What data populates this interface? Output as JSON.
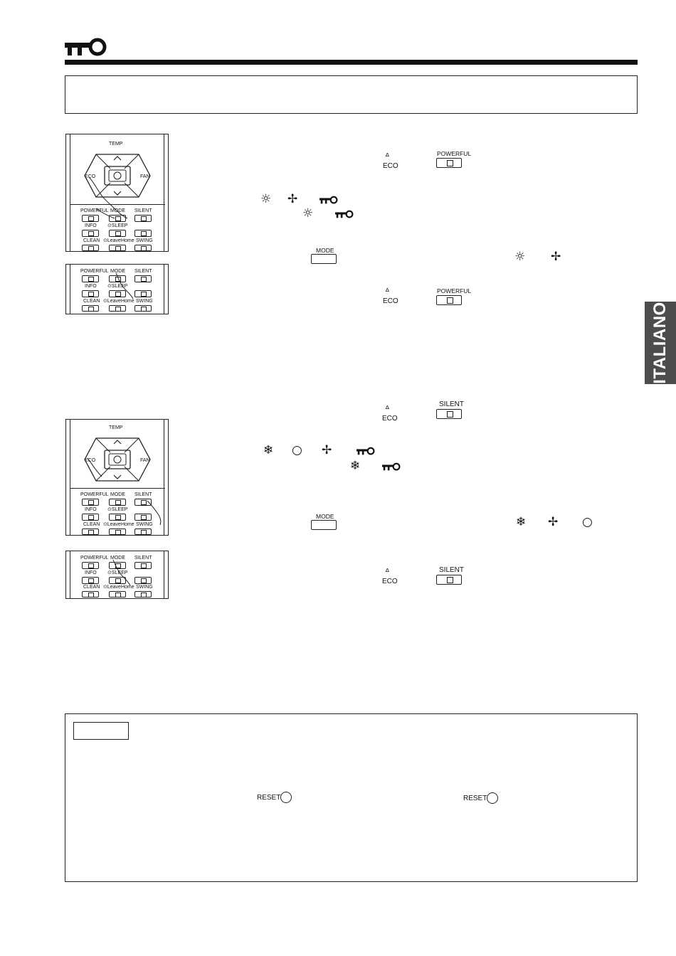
{
  "sidebar": {
    "language_tab": "ITALIANO"
  },
  "header": {
    "icon": "key-lock-icon"
  },
  "remote": {
    "temp": "TEMP",
    "eco": "ECO",
    "fan": "FAN",
    "powerful": "POWERFUL",
    "mode": "MODE",
    "silent": "SILENT",
    "info": "INFO",
    "sleep": "⊙SLEEP",
    "clean": "CLEAN",
    "leavehome": "⊙LeaveHome",
    "swing": "SWING"
  },
  "section1": {
    "eco_label": "ECO",
    "button_label": "POWERFUL",
    "mode_label": "MODE",
    "icons": [
      "sun-icon",
      "fan-icon",
      "key-lock-icon"
    ],
    "eco2_label": "ECO",
    "button2_label": "POWERFUL"
  },
  "section2": {
    "eco_label": "ECO",
    "button_label": "SILENT",
    "mode_label": "MODE",
    "icons": [
      "snowflake-icon",
      "drop-icon",
      "fan-icon",
      "key-lock-icon"
    ],
    "eco2_label": "ECO",
    "button2_label": "SILENT"
  },
  "note": {
    "reset1": "RESET",
    "reset2": "RESET"
  }
}
